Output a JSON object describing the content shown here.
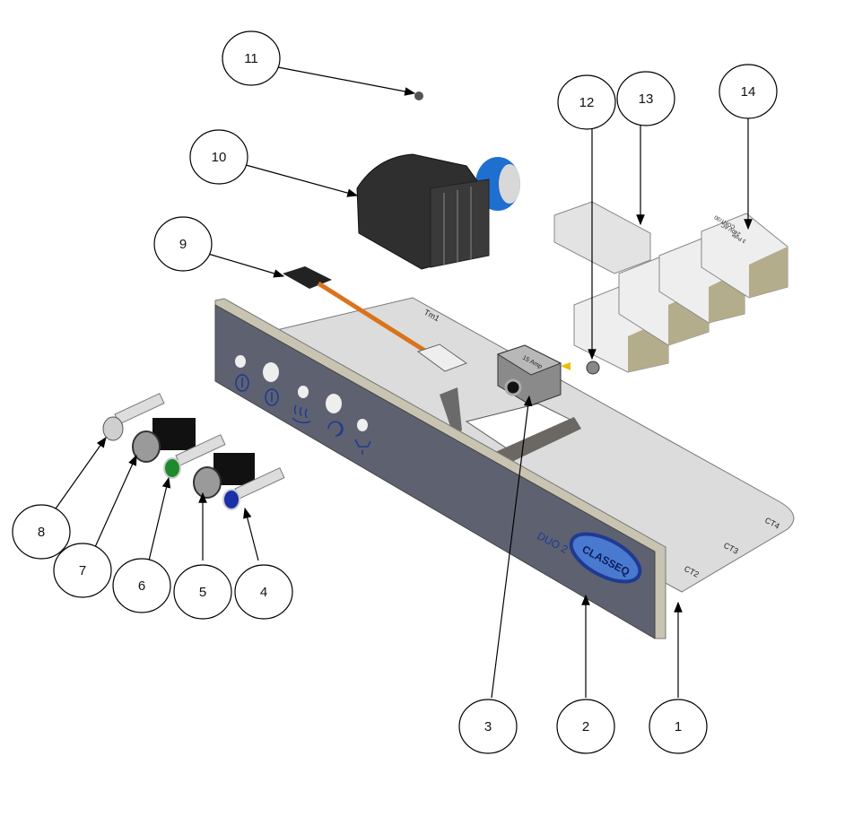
{
  "diagram": {
    "type": "exploded-assembly",
    "callouts": [
      {
        "id": "1",
        "label": "1"
      },
      {
        "id": "2",
        "label": "2"
      },
      {
        "id": "3",
        "label": "3"
      },
      {
        "id": "4",
        "label": "4"
      },
      {
        "id": "5",
        "label": "5"
      },
      {
        "id": "6",
        "label": "6"
      },
      {
        "id": "7",
        "label": "7"
      },
      {
        "id": "8",
        "label": "8"
      },
      {
        "id": "9",
        "label": "9"
      },
      {
        "id": "10",
        "label": "10"
      },
      {
        "id": "11",
        "label": "11"
      },
      {
        "id": "12",
        "label": "12"
      },
      {
        "id": "13",
        "label": "13"
      },
      {
        "id": "14",
        "label": "14"
      }
    ],
    "panel": {
      "model_text": "DUO 2",
      "brand_text": "CLASSEQ"
    },
    "base_plate_labels": {
      "timer": "Tm1",
      "ct2": "CT2",
      "ct3": "CT3",
      "ct4": "CT4"
    },
    "breaker_label": "15 Amp",
    "relay_label": {
      "line1": "CONT/30",
      "line2": "240V AC",
      "line3": "3 Pole"
    },
    "colors": {
      "panel_face": "#5e6170",
      "panel_edge": "#c9c4b2",
      "plate": "#d4d4d4",
      "brand_blue": "#1f3a93",
      "timer_motor": "#1f6fd1",
      "cable_orange": "#d9731c",
      "indicator_green": "#1f8a2b",
      "indicator_blue": "#1b2fa8",
      "relay_side": "#b3ad8c"
    }
  }
}
